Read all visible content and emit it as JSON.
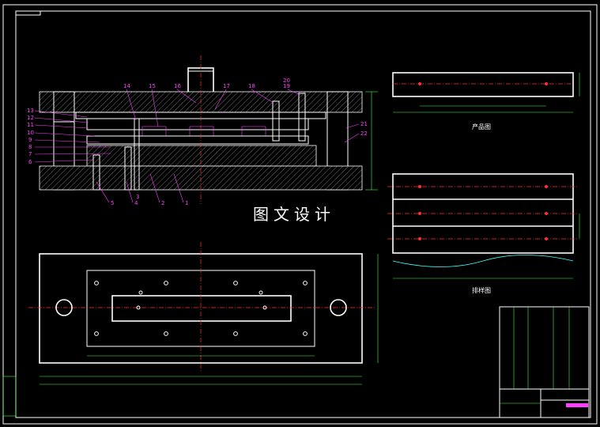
{
  "drawing": {
    "center_title": "图文设计",
    "product_view_caption": "产品图",
    "layout_view_caption": "排样图"
  },
  "part_labels_left": [
    "13",
    "12",
    "11",
    "10",
    "9",
    "8",
    "7",
    "6"
  ],
  "part_labels_top": [
    "14",
    "15",
    "16",
    "17",
    "18",
    "20",
    "19"
  ],
  "part_labels_right": [
    "21",
    "22"
  ],
  "part_labels_bottom": [
    "5",
    "4",
    "3",
    "2",
    "1"
  ],
  "colors": {
    "background": "#000000",
    "outline": "#ffffff",
    "centerline": "#ff3030",
    "dimension": "#40ff40",
    "leader": "#ff40ff",
    "strip_edge": "#40ffff"
  }
}
